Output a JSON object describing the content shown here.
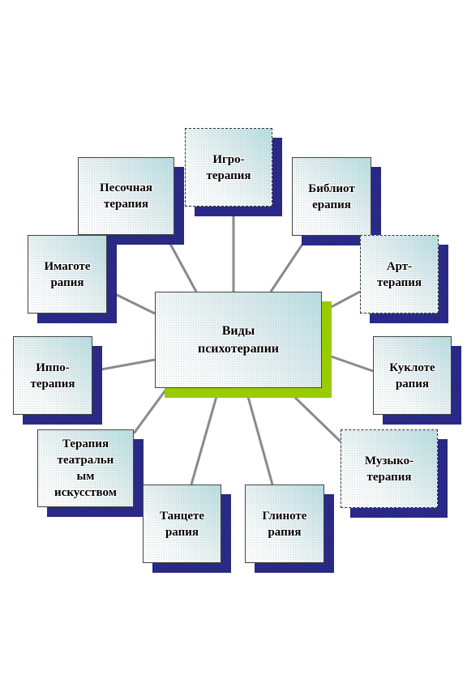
{
  "diagram": {
    "center": {
      "id": "center",
      "text": "Виды\nпсихотерапии"
    },
    "nodes": [
      {
        "id": "igro",
        "text": "Игро-\nтерапия",
        "dashed": true
      },
      {
        "id": "pesoch",
        "text": "Песочная\nтерапия",
        "dashed": false
      },
      {
        "id": "biblio",
        "text": "Библиот\nерапия",
        "dashed": false
      },
      {
        "id": "imago",
        "text": "Имаготе\nрапия",
        "dashed": false
      },
      {
        "id": "art",
        "text": "Арт-\nтерапия",
        "dashed": true
      },
      {
        "id": "ippo",
        "text": "Иппо-\nтерапия",
        "dashed": false
      },
      {
        "id": "kuklo",
        "text": "Куклоте\nрапия",
        "dashed": false
      },
      {
        "id": "teatr",
        "text": "Терапия\nтеатральн\nым\nискусством",
        "dashed": false
      },
      {
        "id": "muzyko",
        "text": "Музыко-\nтерапия",
        "dashed": true
      },
      {
        "id": "tanets",
        "text": "Танцете\nрапия",
        "dashed": false
      },
      {
        "id": "glino",
        "text": "Глиноте\nрапия",
        "dashed": false
      }
    ],
    "edges": [
      {
        "from": "center",
        "to": "igro"
      },
      {
        "from": "center",
        "to": "pesoch"
      },
      {
        "from": "center",
        "to": "biblio"
      },
      {
        "from": "center",
        "to": "imago"
      },
      {
        "from": "center",
        "to": "art"
      },
      {
        "from": "center",
        "to": "ippo"
      },
      {
        "from": "center",
        "to": "kuklo"
      },
      {
        "from": "center",
        "to": "teatr"
      },
      {
        "from": "center",
        "to": "muzyko"
      },
      {
        "from": "center",
        "to": "tanets"
      },
      {
        "from": "center",
        "to": "glino"
      }
    ]
  }
}
